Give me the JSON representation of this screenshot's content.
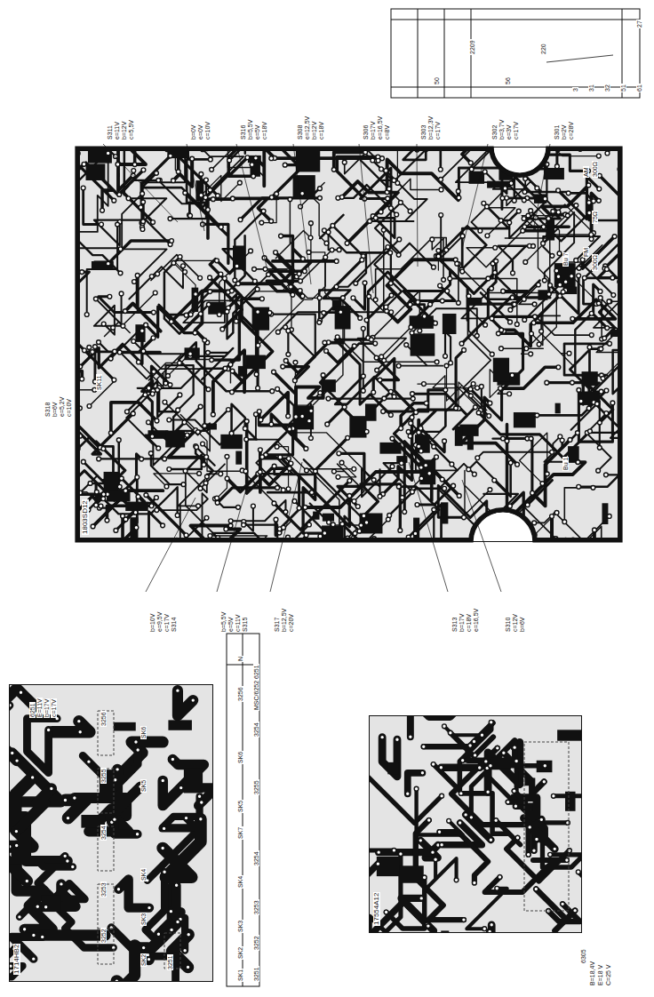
{
  "diagram": {
    "nodes": [
      {
        "text": [
          "1803SD12"
        ]
      },
      {
        "text": [
          "1714HB2"
        ]
      },
      {
        "text": [
          "17554A12"
        ]
      }
    ],
    "labels": [
      "S311",
      "e=11V",
      "b=12V",
      "c=5,5V",
      "b=0V",
      "e=0V",
      "c=10V",
      "S316",
      "b=5,5V",
      "e=5V",
      "c=18V",
      "S308",
      "e=12,5V",
      "b=12V",
      "c=18V",
      "S306",
      "b=17V",
      "e=16,5V",
      "c=8V",
      "S303",
      "b=12,3V",
      "c=17V",
      "S302",
      "b=3,7V",
      "e=3V",
      "c=17V",
      "S301",
      "b=2V",
      "c=28V",
      "b=10V",
      "e=9,5V",
      "c=17V",
      "S314",
      "b=5,5V",
      "e=5V",
      "c=11V",
      "S315",
      "S317",
      "b=12,5V",
      "c=20V",
      "S313",
      "b=17V",
      "c=18V",
      "e=16,5V",
      "S310",
      "c=12V",
      "b=6V",
      "S318",
      "b=6V",
      "e=5,2V",
      "c=10V",
      "SK11",
      "AM",
      "300Ω",
      "75Ω",
      "FM",
      "300Ω",
      "Bu 7",
      "Bu 1",
      "27",
      "61",
      "51",
      "32",
      "31",
      "3",
      "2209",
      "220",
      "56",
      "50",
      "6251",
      "E=11V",
      "b=17V",
      "c=17V",
      "3256",
      "3255",
      "3254",
      "3253",
      "3252",
      "3251",
      "SK6",
      "SK5",
      "SK4",
      "SK3",
      "SK2",
      "N",
      "MSC/6252 6251",
      "3256",
      "SK6",
      "SK5",
      "SK7",
      "SK4",
      "SK3",
      "SK2",
      "SK1",
      "3254",
      "3255",
      "3254",
      "3253",
      "3252",
      "3251",
      "6305",
      "B=18,4V",
      "E=18 V",
      "C=25 V"
    ]
  }
}
